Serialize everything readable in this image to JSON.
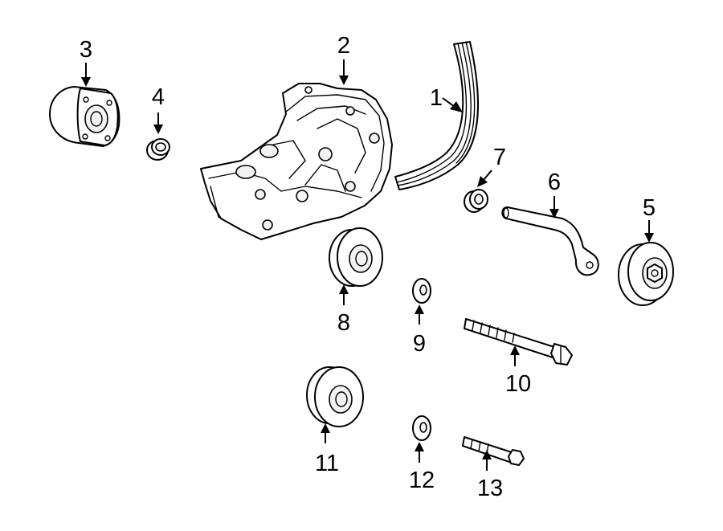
{
  "diagram": {
    "callouts": [
      {
        "id": 1,
        "text": "1"
      },
      {
        "id": 2,
        "text": "2"
      },
      {
        "id": 3,
        "text": "3"
      },
      {
        "id": 4,
        "text": "4"
      },
      {
        "id": 5,
        "text": "5"
      },
      {
        "id": 6,
        "text": "6"
      },
      {
        "id": 7,
        "text": "7"
      },
      {
        "id": 8,
        "text": "8"
      },
      {
        "id": 9,
        "text": "9"
      },
      {
        "id": 10,
        "text": "10"
      },
      {
        "id": 11,
        "text": "11"
      },
      {
        "id": 12,
        "text": "12"
      },
      {
        "id": 13,
        "text": "13"
      }
    ],
    "colors": {
      "line": "#000000",
      "background": "#ffffff"
    }
  }
}
